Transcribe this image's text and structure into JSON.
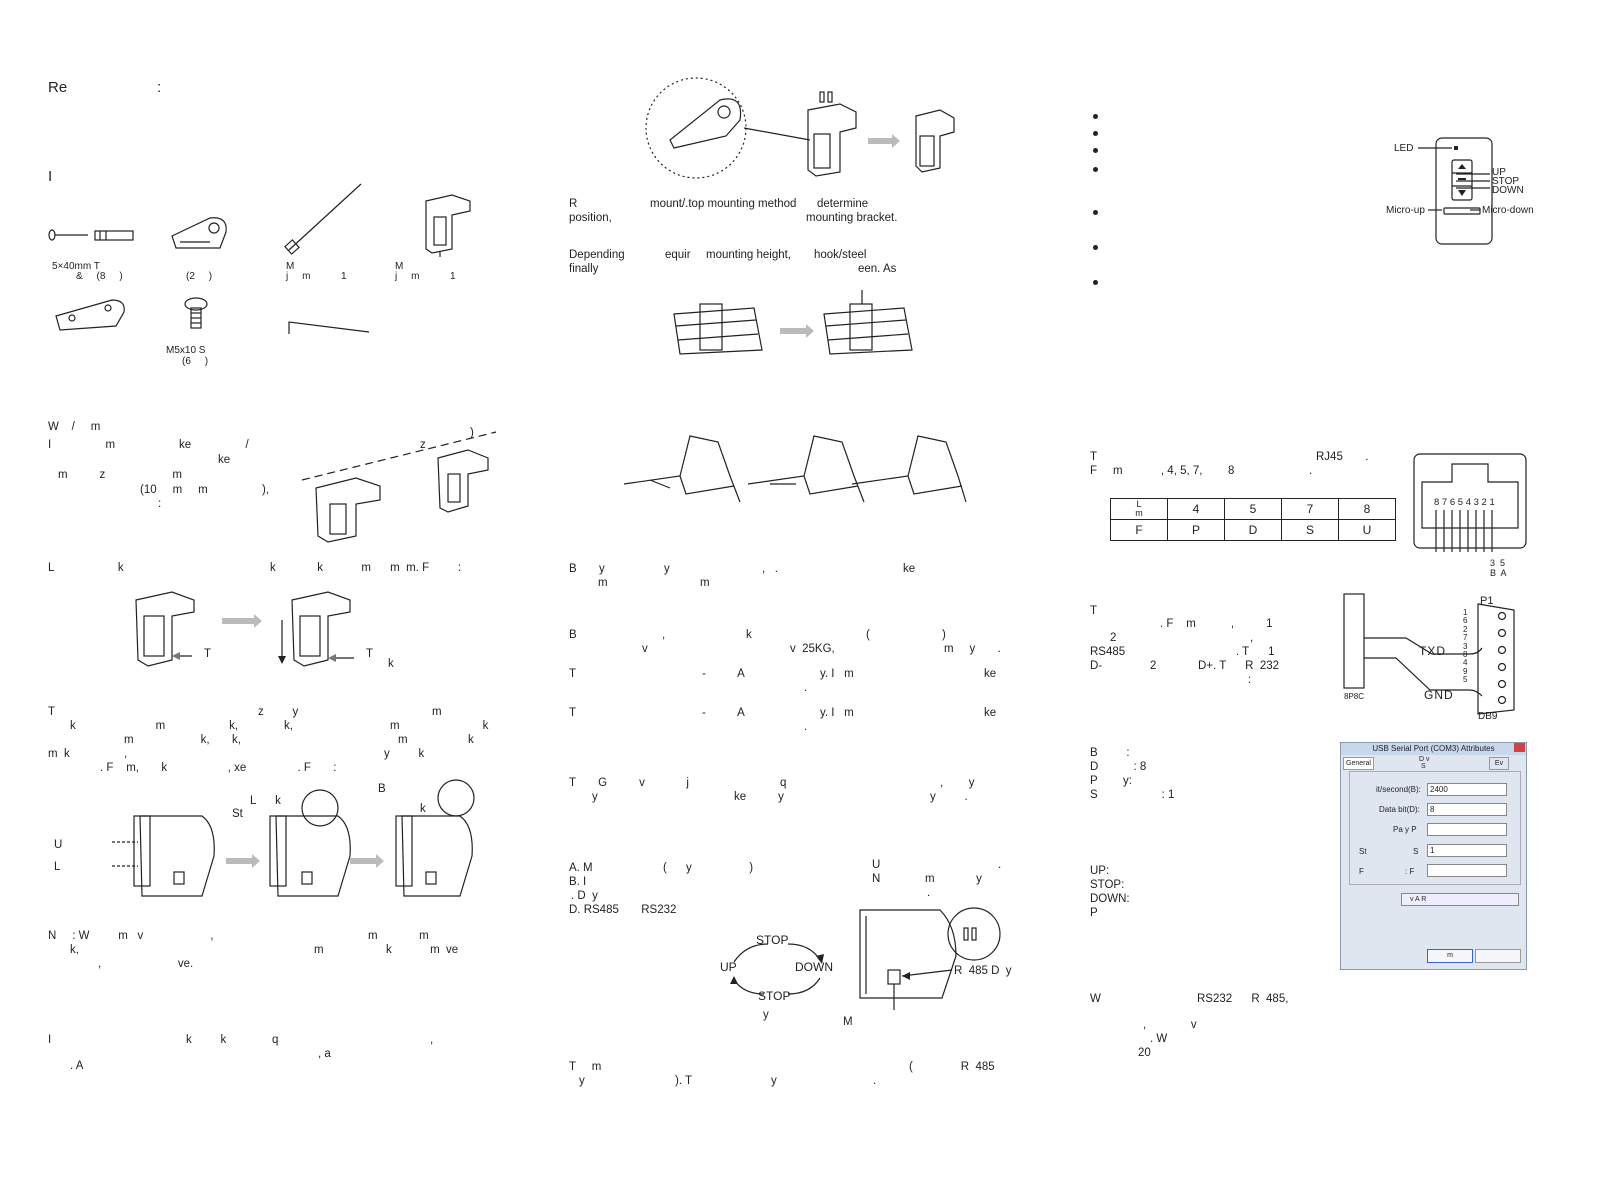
{
  "col1": {
    "heading_req": "Re",
    "heading_req_colon": ":",
    "heading_inv": "I",
    "parts": {
      "screw": "5×40mm T",
      "screw2": "&     (8     )",
      "bracket": "(2     )",
      "antenna1": "M",
      "antenna1b": "j     m           1",
      "motor1": "M",
      "motor1b": "j     m           1",
      "smallscrew": "M5x10 S",
      "smallscrew2": "(6     )"
    },
    "wall": {
      "l1": "W    /     m",
      "l1b": ")",
      "l2": "I                 m                    ke                 /",
      "l2b": "z",
      "l3": "ke",
      "l4": "m          z                     m",
      "l5": "(10     m     m                 ),",
      "l6": ":"
    },
    "lock": {
      "l1": "L                    k",
      "l1b": "k             k            m      m  m. F         :",
      "lbl1": "T",
      "lbl2": "T",
      "lbl2b": "k"
    },
    "adj": {
      "l1": "T",
      "l1b": "z         y",
      "l1c": "m",
      "l2": "k                         m                    k,",
      "l2b": "k,",
      "l2c": "m                          k",
      "l3": "m                     k,",
      "l3b": "k,",
      "l3c": "m",
      "l3d": "k",
      "l4": "m  k                 ,",
      "l4b": "y         k",
      "l5": ". F    m,       k                   , xe                . F       :",
      "lblB": "B",
      "lblL": "L      k",
      "lblSt": "St",
      "lblk": "k",
      "lblU": "U",
      "lblL2": "L"
    },
    "note": {
      "l1": "N     : W         m   v                     ,",
      "l1b": "m             m",
      "l2": "k,",
      "l2b": "m",
      "l2c": "k            m  ve",
      "l3": ",                        ve."
    },
    "foot": {
      "l1": "I",
      "l1b": "k         k",
      "l1c": "q",
      "l1d": ",",
      "l2": ". A",
      "l2b": ", a"
    }
  },
  "col2": {
    "r1": "R",
    "r1b": "mount/.top mounting method",
    "r1c": "determine",
    "r2": "position,",
    "r2b": "mounting bracket.",
    "d1": "Depending",
    "d1b": "equir",
    "d1c": "mounting height,",
    "d1d": "hook/steel",
    "d2": "finally",
    "d2b": "een. As",
    "b1": "B       y",
    "b1b": "y",
    "b1c": ",   .",
    "b1d": "ke",
    "b2": "m",
    "b2b": "m",
    "c1": "B",
    "c1b": ",",
    "c1c": "k",
    "c1d": "(",
    "c1e": ")",
    "c2": "v",
    "c2b": "v  25KG,",
    "c2c": "m     y       .",
    "e1": "T",
    "e1b": "-          A",
    "e1c": "y. I   m",
    "e1d": "ke",
    "e1e": ".",
    "f1": "T",
    "f1b": "-          A",
    "f1c": "y. I   m",
    "f1d": "ke",
    "f1e": ".",
    "g1": "T       G          v             j",
    "g1b": "q",
    "g1c": ",        y",
    "g2": "y",
    "g2b": "ke          y",
    "g2c": "y         .",
    "m1": "A. M",
    "m1b": "(      y                  )",
    "m2": "B. I",
    "m3": ". D  y",
    "m4": "D. RS485       RS232",
    "un1": "U",
    "un1b": ".",
    "un2": "N              m             y",
    "un3": ".",
    "cyc_stop1": "STOP",
    "cyc_up": "UP",
    "cyc_down": "DOWN",
    "cyc_stop2": "STOP",
    "cyc_y": "y",
    "cyc_m": "M",
    "r485": "R  485 D  y",
    "last1": "T     m",
    "last1b": "(               R  485",
    "last2": "y",
    "last2b": "). T",
    "last2c": "y",
    "last2d": "."
  },
  "col3": {
    "remote": {
      "led": "LED",
      "up": "UP",
      "stop": "STOP",
      "down": "DOWN",
      "microup": "Micro-up",
      "microdown": "Micro-down"
    },
    "rj": {
      "l1": "T",
      "l1b": "RJ45       .",
      "l2": "F     m            , 4, 5, 7,        8",
      "l2b": "."
    },
    "pin_table": {
      "headers": [
        "L\nm",
        "4",
        "5",
        "7",
        "8"
      ],
      "row": [
        "F",
        "P",
        "D",
        "S",
        "U"
      ]
    },
    "jack": {
      "nums": "8 7 6 5 4 3 2 1",
      "b1": "3  5",
      "b2": "B  A"
    },
    "serial": {
      "l1": "T",
      "l2": ". F    m           ,          1",
      "l3": "2",
      "l3b": ",",
      "l4": "RS485",
      "l4b": ". T      1",
      "l5": "D-               2             D+. T      R  232",
      "l6": ":"
    },
    "db9": {
      "p1": "P1",
      "txd": "TXD",
      "gnd": "GND",
      "p8c": "8P8C",
      "db9": "DB9",
      "pins": [
        "1",
        "6",
        "2",
        "7",
        "3",
        "8",
        "4",
        "9",
        "5"
      ]
    },
    "baud": {
      "l1": "B         :",
      "l2": "D           : 8",
      "l3": "P        y:",
      "l4": "S                    : 1"
    },
    "cmds": {
      "up": "UP:",
      "stop": "STOP:",
      "down": "DOWN:",
      "p": "P"
    },
    "dialog": {
      "title": "USB Serial Port (COM3) Attributes",
      "tab1": "General",
      "tab2": "D  v",
      "tab2b": "S",
      "tab3": "Ev",
      "f1": "it/second(B):",
      "v1": "2400",
      "f2": "Data bit(D):",
      "v2": "8",
      "f3": "Pa    y P",
      "v3": "",
      "f4": "St",
      "f4b": "S",
      "v4": "1",
      "f5": "F",
      "f5b": ": F",
      "v5": "",
      "btn1": "v      A     R",
      "ok": "m"
    },
    "w": {
      "l1": "W",
      "l1b": "RS232      R  485,",
      "l2": ",              v",
      "l3": ". W",
      "l4": "20"
    }
  }
}
